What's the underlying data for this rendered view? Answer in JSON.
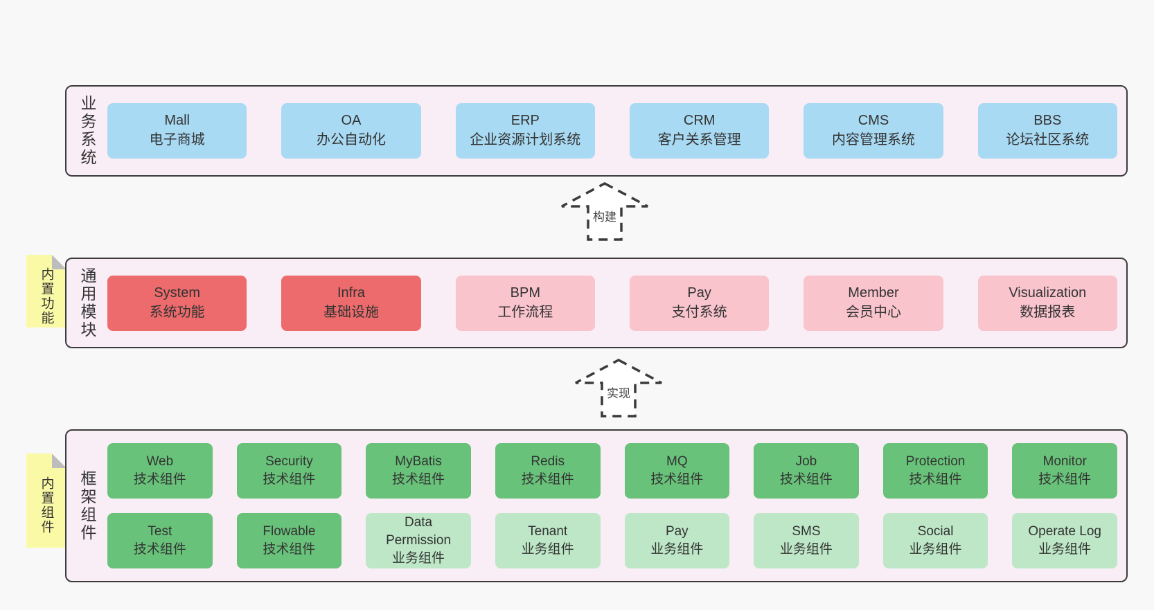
{
  "colors": {
    "page-bg": "#f8f8f8",
    "panel-bg": "#f9edf6",
    "panel-border": "#3c3c3c",
    "blue": "#a9daf3",
    "red": "#ed6b6c",
    "pink": "#f9c4cc",
    "green": "#68c279",
    "green-light": "#bde7c6",
    "yellow": "#fafaa6",
    "fold-gray": "#bdbdbd",
    "text": "#333333"
  },
  "arrows": [
    {
      "label": "构建"
    },
    {
      "label": "实现"
    }
  ],
  "layers": {
    "business": {
      "side_label": "业务系统",
      "boxes": [
        {
          "title": "Mall",
          "subtitle": "电子商城",
          "variant": "v-blue"
        },
        {
          "title": "OA",
          "subtitle": "办公自动化",
          "variant": "v-blue"
        },
        {
          "title": "ERP",
          "subtitle": "企业资源计划系统",
          "variant": "v-blue"
        },
        {
          "title": "CRM",
          "subtitle": "客户关系管理",
          "variant": "v-blue"
        },
        {
          "title": "CMS",
          "subtitle": "内容管理系统",
          "variant": "v-blue"
        },
        {
          "title": "BBS",
          "subtitle": "论坛社区系统",
          "variant": "v-blue"
        }
      ]
    },
    "modules": {
      "side_label": "通用模块",
      "sticky_tab": "内置功能",
      "boxes": [
        {
          "title": "System",
          "subtitle": "系统功能",
          "variant": "v-red"
        },
        {
          "title": "Infra",
          "subtitle": "基础设施",
          "variant": "v-red"
        },
        {
          "title": "BPM",
          "subtitle": "工作流程",
          "variant": "v-pink"
        },
        {
          "title": "Pay",
          "subtitle": "支付系统",
          "variant": "v-pink"
        },
        {
          "title": "Member",
          "subtitle": "会员中心",
          "variant": "v-pink"
        },
        {
          "title": "Visualization",
          "subtitle": "数据报表",
          "variant": "v-pink"
        }
      ]
    },
    "framework": {
      "side_label": "框架组件",
      "sticky_tab": "内置组件",
      "row1": [
        {
          "title": "Web",
          "subtitle": "技术组件",
          "variant": "v-green"
        },
        {
          "title": "Security",
          "subtitle": "技术组件",
          "variant": "v-green"
        },
        {
          "title": "MyBatis",
          "subtitle": "技术组件",
          "variant": "v-green"
        },
        {
          "title": "Redis",
          "subtitle": "技术组件",
          "variant": "v-green"
        },
        {
          "title": "MQ",
          "subtitle": "技术组件",
          "variant": "v-green"
        },
        {
          "title": "Job",
          "subtitle": "技术组件",
          "variant": "v-green"
        },
        {
          "title": "Protection",
          "subtitle": "技术组件",
          "variant": "v-green"
        },
        {
          "title": "Monitor",
          "subtitle": "技术组件",
          "variant": "v-green"
        }
      ],
      "row2": [
        {
          "title": "Test",
          "subtitle": "技术组件",
          "variant": "v-green"
        },
        {
          "title": "Flowable",
          "subtitle": "技术组件",
          "variant": "v-green"
        },
        {
          "title": "Data Permission",
          "subtitle": "业务组件",
          "variant": "v-green-light"
        },
        {
          "title": "Tenant",
          "subtitle": "业务组件",
          "variant": "v-green-light"
        },
        {
          "title": "Pay",
          "subtitle": "业务组件",
          "variant": "v-green-light"
        },
        {
          "title": "SMS",
          "subtitle": "业务组件",
          "variant": "v-green-light"
        },
        {
          "title": "Social",
          "subtitle": "业务组件",
          "variant": "v-green-light"
        },
        {
          "title": "Operate Log",
          "subtitle": "业务组件",
          "variant": "v-green-light"
        }
      ]
    }
  }
}
